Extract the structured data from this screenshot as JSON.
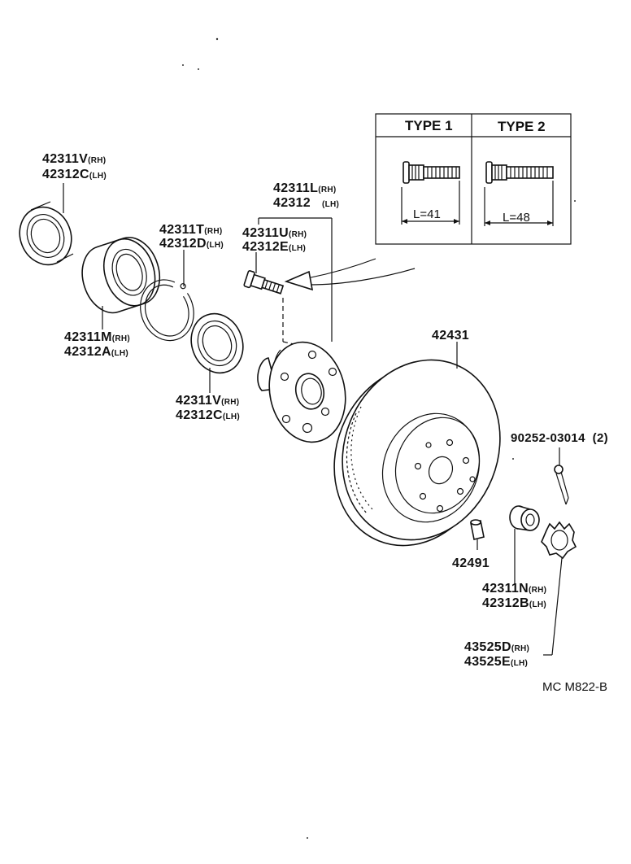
{
  "diagram": {
    "labels": {
      "seal_outer": {
        "rh": "42311V",
        "rh_tag": "(RH)",
        "lh": "42312C",
        "lh_tag": "(LH)"
      },
      "bearing": {
        "rh": "42311M",
        "rh_tag": "(RH)",
        "lh": "42312A",
        "lh_tag": "(LH)"
      },
      "snap_ring": {
        "rh": "42311T",
        "rh_tag": "(RH)",
        "lh": "42312D",
        "lh_tag": "(LH)"
      },
      "seal_inner": {
        "rh": "42311V",
        "rh_tag": "(RH)",
        "lh": "42312C",
        "lh_tag": "(LH)"
      },
      "hub": {
        "rh": "42311L",
        "rh_tag": "(RH)",
        "lh": "42312",
        "lh_tag": "(LH)"
      },
      "hub_bolt": {
        "rh": "42311U",
        "rh_tag": "(RH)",
        "lh": "42312E",
        "lh_tag": "(LH)"
      },
      "disc": "42431",
      "cotter_pin": "90252-03014  (2)",
      "plug": "42491",
      "nut": {
        "rh": "42311N",
        "rh_tag": "(RH)",
        "lh": "42312B",
        "lh_tag": "(LH)"
      },
      "cap": {
        "rh": "43525D",
        "rh_tag": "(RH)",
        "lh": "43525E",
        "lh_tag": "(LH)"
      }
    },
    "type_table": {
      "type1_header": "TYPE 1",
      "type2_header": "TYPE 2",
      "type1_length": "L=41",
      "type2_length": "L=48"
    },
    "reference_code": "MC M822-B"
  }
}
